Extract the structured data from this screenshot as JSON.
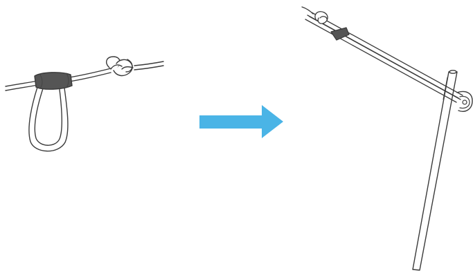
{
  "diagram": {
    "panels": [
      {
        "name": "loop-step",
        "elements": [
          "rope",
          "rope-loop",
          "loop-sleeve",
          "figure-eight-knot"
        ]
      },
      {
        "name": "result-step",
        "elements": [
          "rope",
          "loop-sleeve",
          "knot",
          "tent-pole",
          "pole-hook"
        ]
      }
    ],
    "arrow": {
      "direction": "right",
      "meaning": "step-transition"
    }
  },
  "colors": {
    "background": "#ffffff",
    "line": "#3a3a3a",
    "rope_fill": "#ffffff",
    "sleeve": "#555555",
    "arrow": "#4ab4e6"
  },
  "icons": {
    "arrow": "right-arrow-icon",
    "knot": "figure-eight-knot-icon",
    "pole": "tent-pole-icon"
  }
}
